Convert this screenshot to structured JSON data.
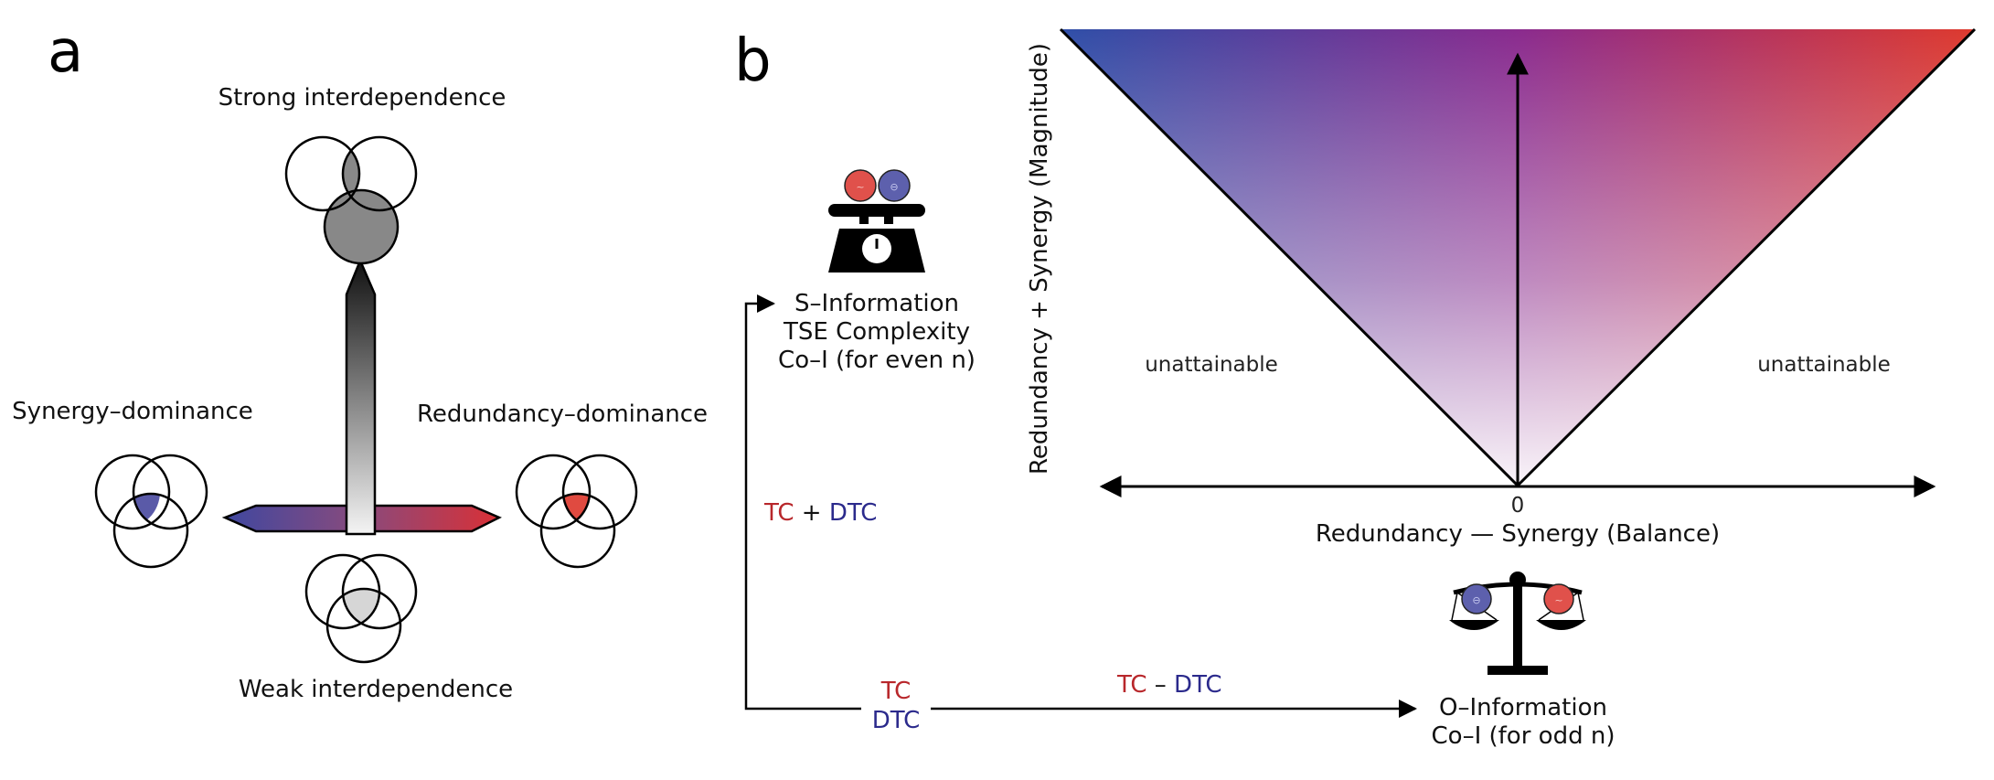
{
  "panel_a": {
    "letter": "a",
    "top_label": "Strong interdependence",
    "bottom_label": "Weak interdependence",
    "left_label": "Synergy–dominance",
    "right_label": "Redundancy–dominance"
  },
  "panel_b": {
    "letter": "b",
    "y_axis_label": "Redundancy + Synergy (Magnitude)",
    "x_axis_label": "Redundancy — Synergy (Balance)",
    "origin_tick": "0",
    "left_region": "unattainable",
    "right_region": "unattainable",
    "s_info": {
      "line1": "S–Information",
      "line2": "TSE Complexity",
      "line3": "Co–I (for even n)"
    },
    "o_info": {
      "line1": "O–Information",
      "line2": "Co–I (for odd n)"
    },
    "sum_expr": {
      "tc": "TC",
      "op": " + ",
      "dtc": "DTC"
    },
    "diff_expr": {
      "tc": "TC",
      "op": " – ",
      "dtc": "DTC"
    },
    "pair": {
      "tc": "TC",
      "dtc": "DTC"
    }
  },
  "colors": {
    "redundancy": "#d93b36",
    "synergy": "#3f55a6",
    "neutral": "#888888",
    "tc_text": "#b8272b",
    "dtc_text": "#2b2a8c"
  },
  "icons": [
    "scale-icon",
    "balance-icon",
    "venn-diagram-icon"
  ]
}
